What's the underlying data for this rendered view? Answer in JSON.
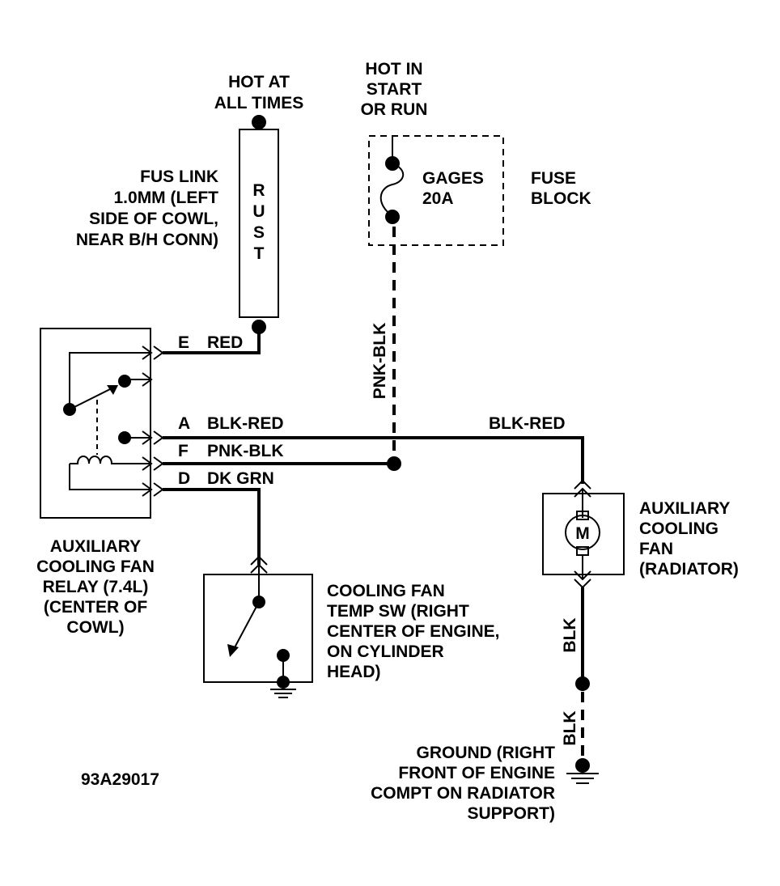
{
  "labels": {
    "hot_at_all_times": [
      "HOT AT",
      "ALL TIMES"
    ],
    "hot_in_start_run": [
      "HOT IN",
      "START",
      "OR RUN"
    ],
    "fus_link": [
      "FUS LINK",
      "1.0MM (LEFT",
      "SIDE OF COWL,",
      "NEAR B/H CONN)"
    ],
    "rust_letters": [
      "R",
      "U",
      "S",
      "T"
    ],
    "gages_fuse": [
      "GAGES",
      "20A"
    ],
    "fuse_block": [
      "FUSE",
      "BLOCK"
    ],
    "pnk_blk_vertical": "PNK-BLK",
    "blk_red_right": "BLK-RED",
    "aux_fan": [
      "AUXILIARY",
      "COOLING",
      "FAN",
      "(RADIATOR)"
    ],
    "motor": "M",
    "relay": [
      "AUXILIARY",
      "COOLING FAN",
      "RELAY (7.4L)",
      "(CENTER OF",
      "COWL)"
    ],
    "temp_sw": [
      "COOLING FAN",
      "TEMP SW (RIGHT",
      "CENTER OF ENGINE,",
      "ON CYLINDER",
      "HEAD)"
    ],
    "blk_upper": "BLK",
    "blk_lower": "BLK",
    "ground": [
      "GROUND (RIGHT",
      "FRONT OF ENGINE",
      "COMPT ON RADIATOR",
      "SUPPORT)"
    ],
    "figure_id": "93A29017"
  },
  "connectors": [
    {
      "pin": "E",
      "wire": "RED"
    },
    {
      "pin": "A",
      "wire": "BLK-RED"
    },
    {
      "pin": "F",
      "wire": "PNK-BLK"
    },
    {
      "pin": "D",
      "wire": "DK GRN"
    }
  ]
}
